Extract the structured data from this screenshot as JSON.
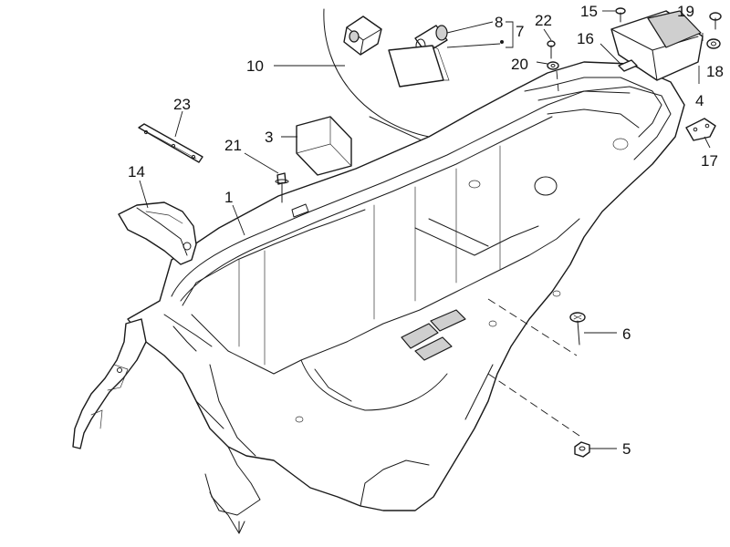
{
  "callouts": [
    {
      "id": "c1",
      "text": "1"
    },
    {
      "id": "c3",
      "text": "3"
    },
    {
      "id": "c4",
      "text": "4"
    },
    {
      "id": "c5",
      "text": "5"
    },
    {
      "id": "c6",
      "text": "6"
    },
    {
      "id": "c7",
      "text": "7"
    },
    {
      "id": "c8",
      "text": "8"
    },
    {
      "id": "c10",
      "text": "10"
    },
    {
      "id": "c14",
      "text": "14"
    },
    {
      "id": "c15",
      "text": "15"
    },
    {
      "id": "c16",
      "text": "16"
    },
    {
      "id": "c17",
      "text": "17"
    },
    {
      "id": "c18",
      "text": "18"
    },
    {
      "id": "c19",
      "text": "19"
    },
    {
      "id": "c20",
      "text": "20"
    },
    {
      "id": "c21",
      "text": "21"
    },
    {
      "id": "c22",
      "text": "22"
    },
    {
      "id": "c23",
      "text": "23"
    }
  ],
  "colors": {
    "line": "#1a1a1a",
    "fill": "#ffffff",
    "shade": "#cfcfcf"
  }
}
